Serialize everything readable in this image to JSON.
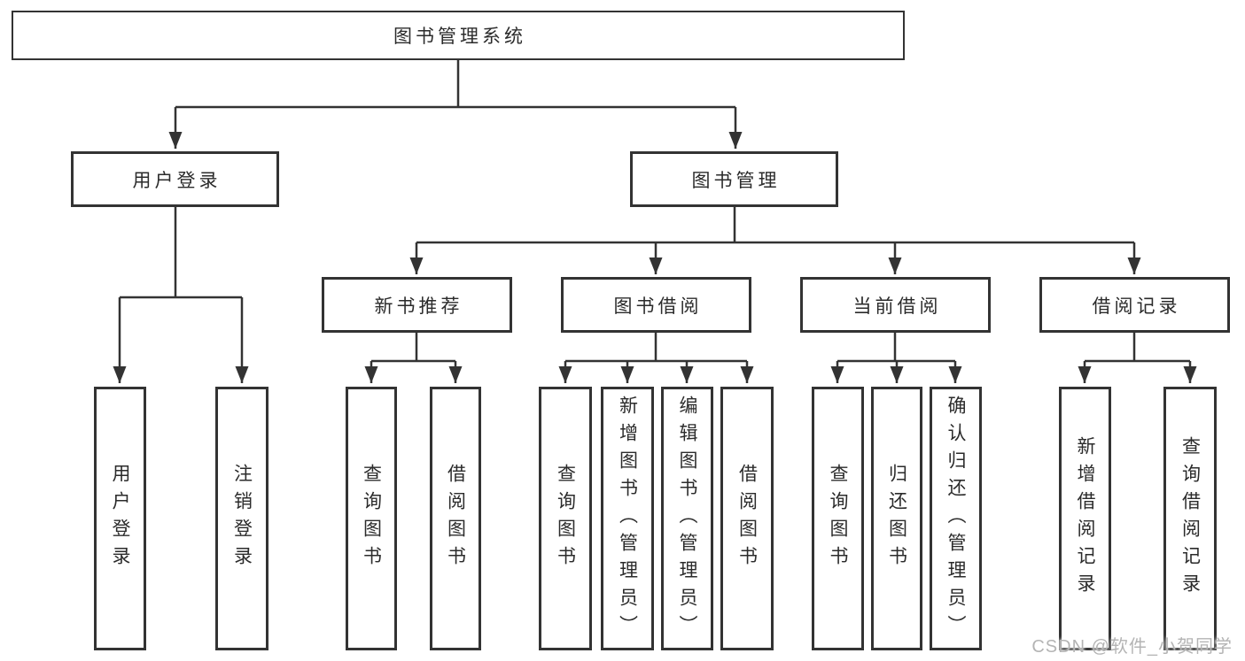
{
  "diagram": {
    "root": {
      "label": "图书管理系统"
    },
    "children": [
      {
        "label": "用户登录",
        "children": [
          {
            "label": "用户登录"
          },
          {
            "label": "注销登录"
          }
        ]
      },
      {
        "label": "图书管理",
        "children": [
          {
            "label": "新书推荐",
            "children": [
              {
                "label": "查询图书"
              },
              {
                "label": "借阅图书"
              }
            ]
          },
          {
            "label": "图书借阅",
            "children": [
              {
                "label": "查询图书"
              },
              {
                "label": "新增图书（管理员）"
              },
              {
                "label": "编辑图书（管理员）"
              },
              {
                "label": "借阅图书"
              }
            ]
          },
          {
            "label": "当前借阅",
            "children": [
              {
                "label": "查询图书"
              },
              {
                "label": "归还图书"
              },
              {
                "label": "确认归还（管理员）"
              }
            ]
          },
          {
            "label": "借阅记录",
            "children": [
              {
                "label": "新增借阅记录"
              },
              {
                "label": "查询借阅记录"
              }
            ]
          }
        ]
      }
    ]
  },
  "watermark": {
    "text": "CSDN @软件_小贺同学"
  },
  "colors": {
    "line": "#333333",
    "text": "#2b2b2b",
    "box_bg": "#ffffff",
    "page_bg": "#ffffff",
    "watermark": "#b4b4b4"
  }
}
